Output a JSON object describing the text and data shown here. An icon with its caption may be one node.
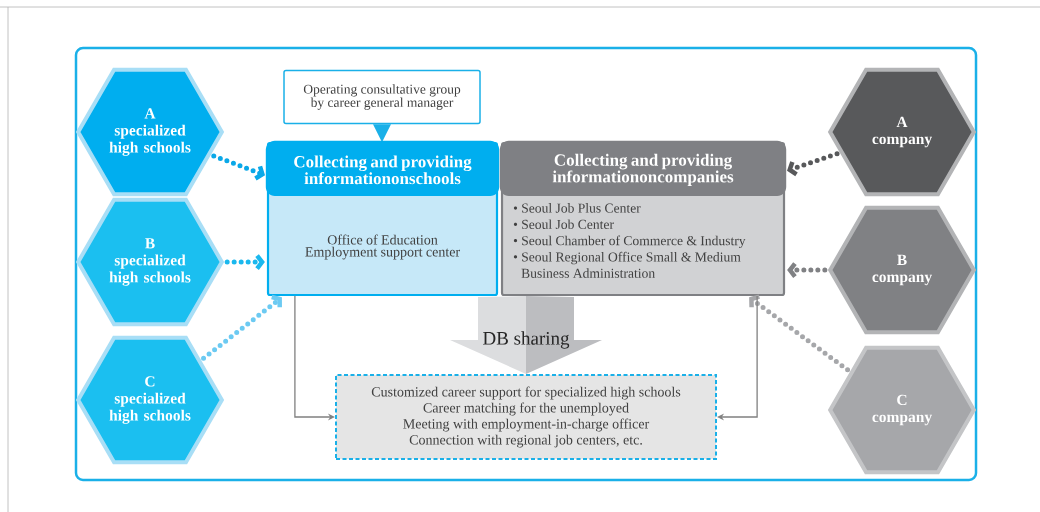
{
  "diagram": {
    "nodes": [
      {
        "text": [
          "A",
          "specialized high schools"
        ]
      },
      {
        "text": [
          "B",
          "specialized high schools"
        ]
      },
      {
        "text": [
          "C",
          "specialized high schools"
        ]
      },
      {
        "text": [
          "Operating consultative group by career general manager"
        ]
      },
      {
        "text": [
          "Collecting and providing informationonschools",
          "Office of Education Employment support center"
        ]
      },
      {
        "text": [
          "Collecting and providing informationoncompanies",
          "• Seoul Job Plus Center",
          "• Seoul Job Center",
          "• Seoul Chamber of Commerce & Industry",
          "• Seoul Regional Office Small & Medium Business Administration"
        ]
      },
      {
        "text": [
          "Customized career support for specialized high schools",
          "Career matching for the unemployed",
          "Meeting with employment-in-charge officer",
          "Connection with regional job centers, etc."
        ]
      },
      {
        "text": [
          "A",
          "company"
        ]
      },
      {
        "text": [
          "B",
          "company"
        ]
      },
      {
        "text": [
          "C",
          "company"
        ]
      }
    ],
    "edges": [
      {
        "from": 0,
        "to": 4,
        "arrow": "to",
        "style": "dashed",
        "color": "#0aa8e8"
      },
      {
        "from": 1,
        "to": 4,
        "arrow": "to",
        "style": "dashed",
        "color": "#1ab8ee"
      },
      {
        "from": 2,
        "to": 4,
        "arrow": "to",
        "style": "dashed",
        "color": "#6ccaf2"
      },
      {
        "from": 7,
        "to": 5,
        "arrow": "to",
        "style": "dashed",
        "color": "#58595b"
      },
      {
        "from": 8,
        "to": 5,
        "arrow": "to",
        "style": "dashed",
        "color": "#808184"
      },
      {
        "from": 9,
        "to": 5,
        "arrow": "to",
        "style": "dashed",
        "color": "#a6a7aa"
      },
      {
        "from": 4,
        "to": 6,
        "arrow": "to"
      },
      {
        "from": 5,
        "to": 6,
        "arrow": "to"
      },
      {
        "from": 4,
        "to": 6,
        "arrow": "to",
        "style": "thick",
        "color": "#dcdddf",
        "label": "DB sharing"
      },
      {
        "from": 5,
        "to": 6,
        "arrow": "to",
        "style": "thick",
        "color": "#bcbdc0"
      }
    ]
  }
}
